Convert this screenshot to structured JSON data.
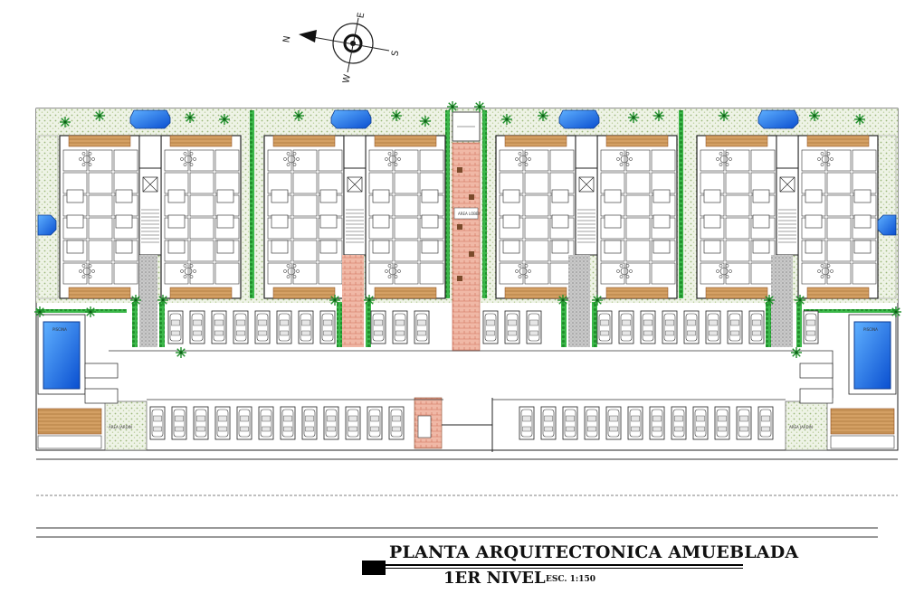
{
  "drawing": {
    "title": "PLANTA ARQUITECTONICA AMUEBLADA",
    "subtitle": "1ER NIVEL",
    "scale": "ESC. 1:150"
  },
  "compass": {
    "north": "N",
    "east": "E",
    "south": "S",
    "west": "W"
  },
  "colors": {
    "pool": "#1e78e8",
    "landscape": "#d9e6c8",
    "terrace": "#c8762e",
    "walkway": "#e8a090",
    "hedge": "#2aa82a",
    "line": "#222222"
  },
  "features": {
    "pool_label": "PISCINA",
    "garden_label": "AREA JARDIN",
    "lobby_label": "AREA LOBBY"
  }
}
